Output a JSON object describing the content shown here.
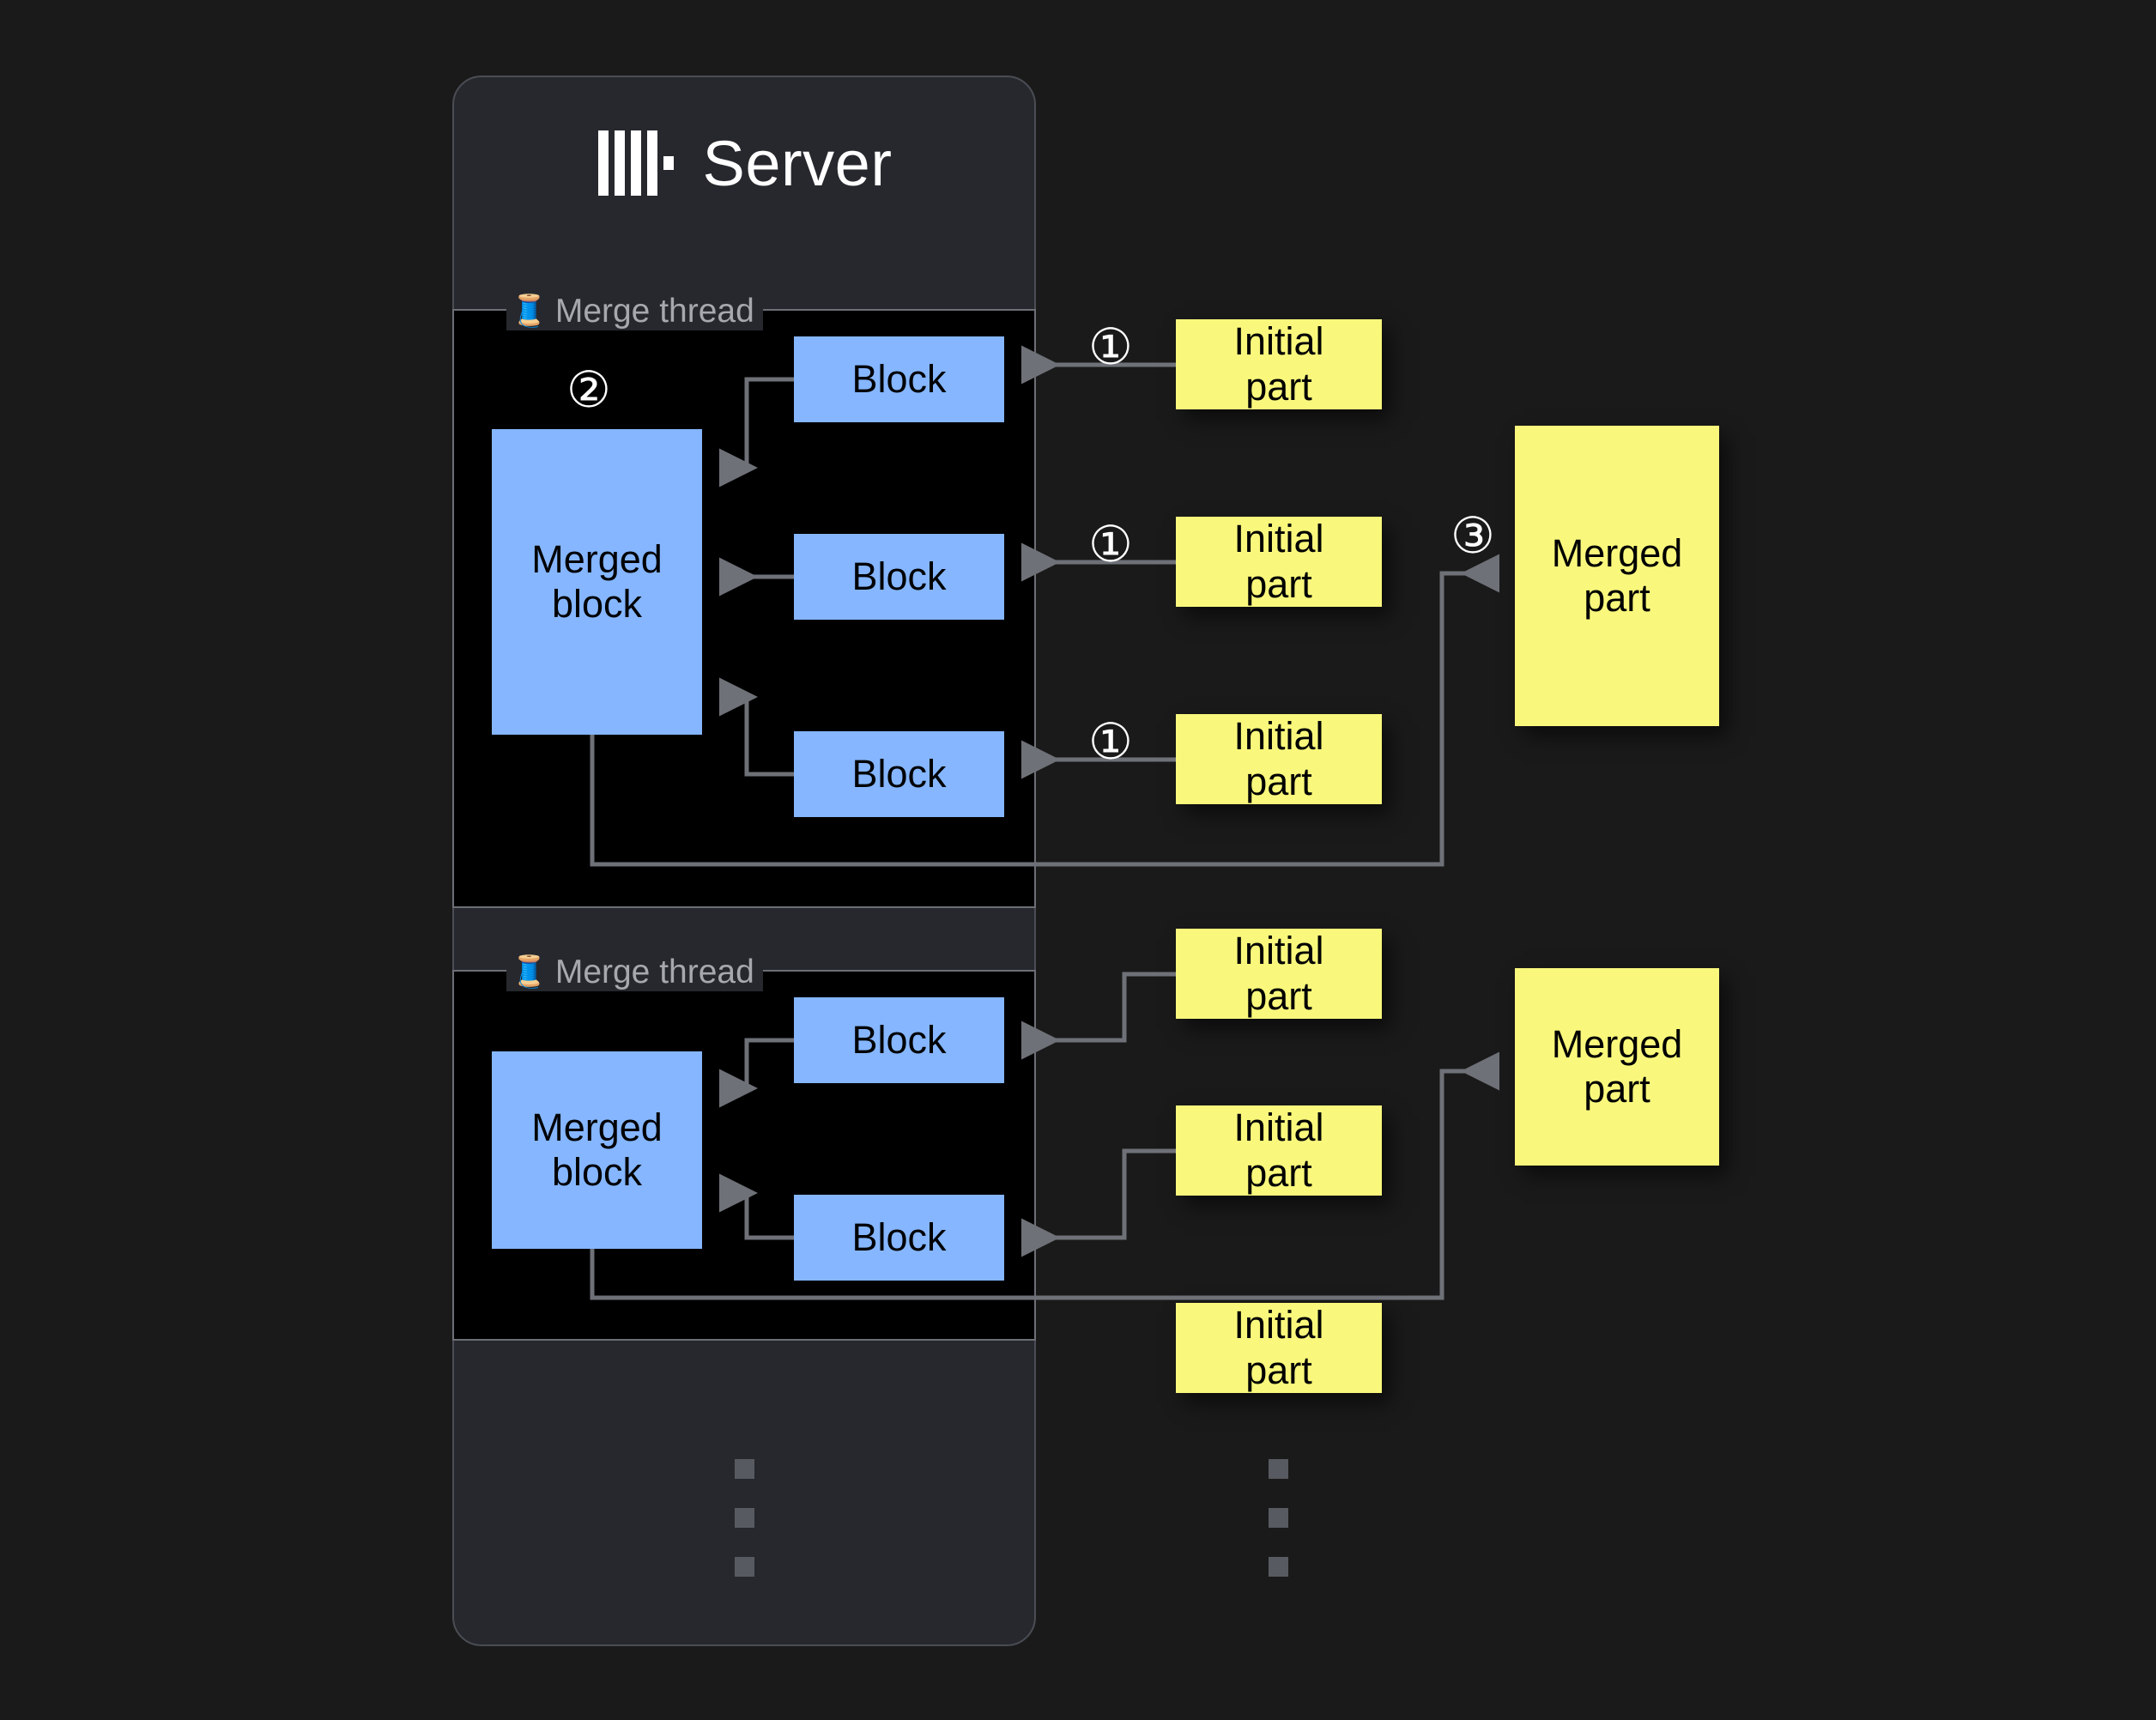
{
  "page": {
    "background": "#1a1a1a",
    "card_background": "#26282e",
    "thread_background": "#000000",
    "block_color": "#85b6ff",
    "part_color": "#f9f87c",
    "wire_color": "#6e7177",
    "marker_color": "#ffffff",
    "legend_color": "#a6a8ad"
  },
  "server": {
    "title": "Server",
    "logo_icon": "clickhouse-logo"
  },
  "threads": [
    {
      "legend": "Merge thread",
      "legend_icon": "thread-spool-icon",
      "merged_block_label": "Merged\nblock",
      "blocks": [
        "Block",
        "Block",
        "Block"
      ]
    },
    {
      "legend": "Merge thread",
      "legend_icon": "thread-spool-icon",
      "merged_block_label": "Merged\nblock",
      "blocks": [
        "Block",
        "Block"
      ]
    }
  ],
  "labels": {
    "block": "Block",
    "merged_block_line1": "Merged",
    "merged_block_line2": "block",
    "initial_part_line1": "Initial",
    "initial_part_line2": "part",
    "merged_part_line1": "Merged",
    "merged_part_line2": "part"
  },
  "initial_parts": [
    {
      "id": "ip-1",
      "line1": "Initial",
      "line2": "part",
      "thread": 1
    },
    {
      "id": "ip-2",
      "line1": "Initial",
      "line2": "part",
      "thread": 1
    },
    {
      "id": "ip-3",
      "line1": "Initial",
      "line2": "part",
      "thread": 1
    },
    {
      "id": "ip-4",
      "line1": "Initial",
      "line2": "part",
      "thread": 2
    },
    {
      "id": "ip-5",
      "line1": "Initial",
      "line2": "part",
      "thread": 2
    },
    {
      "id": "ip-6",
      "line1": "Initial",
      "line2": "part",
      "thread": 2
    }
  ],
  "merged_parts": [
    {
      "id": "mp-1",
      "line1": "Merged",
      "line2": "part"
    },
    {
      "id": "mp-2",
      "line1": "Merged",
      "line2": "part"
    }
  ],
  "markers": {
    "step1_a": "①",
    "step1_b": "①",
    "step1_c": "①",
    "step2": "②",
    "step3": "③"
  },
  "ellipsis": {
    "count": 3,
    "columns": [
      "server-column",
      "parts-column"
    ]
  }
}
